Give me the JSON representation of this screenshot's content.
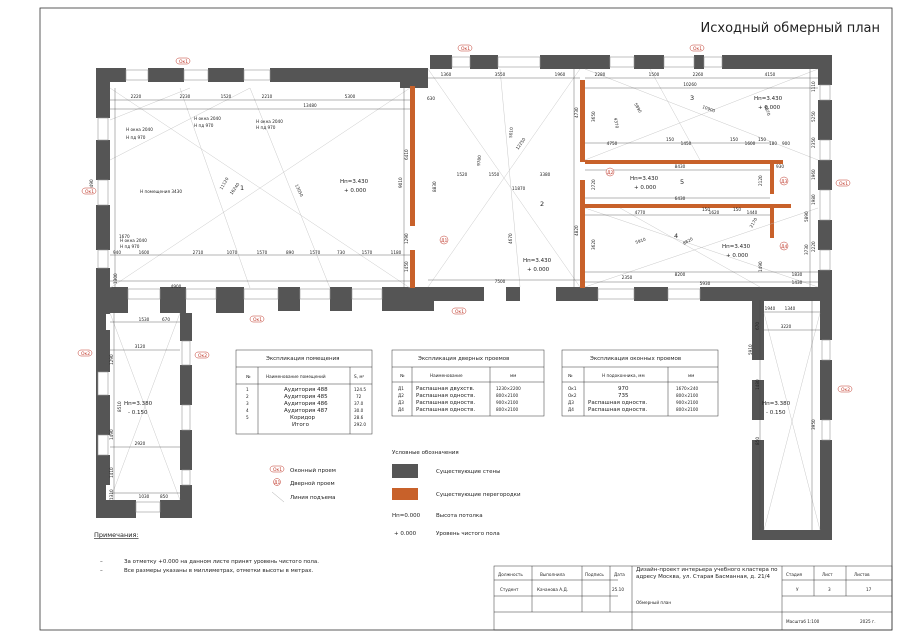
{
  "title": "Исходный обмерный план",
  "rooms": [
    {
      "num": "1",
      "level": "Нп=3.430",
      "floor": "+ 0.000"
    },
    {
      "num": "2",
      "level": "Нп=3.430",
      "floor": "+ 0.000"
    },
    {
      "num": "3",
      "level": "Нп=3.430",
      "floor": "+ 0.000"
    },
    {
      "num": "4",
      "level": "Нп=3.430",
      "floor": "+ 0.000"
    },
    {
      "num": "5",
      "level": "Нп=3.430",
      "floor": "+ 0.000"
    },
    {
      "num": "",
      "level": "Нп=3.380",
      "floor": "- 0.150"
    },
    {
      "num": "",
      "level": "Нп=3.380",
      "floor": "- 0.150"
    }
  ],
  "dims": {
    "top1": [
      "2220",
      "2230",
      "1520",
      "2210",
      "5300"
    ],
    "top1_total": "13480",
    "top2": [
      "1360",
      "3550",
      "1960"
    ],
    "top3": [
      "2280",
      "1500",
      "2260",
      "4150"
    ],
    "top3_total": "10260",
    "bottom1": [
      "1600",
      "2710",
      "1070",
      "1570",
      "890",
      "1570",
      "730",
      "1570",
      "1180"
    ],
    "bottom_left": "4900",
    "bottom_mid": "7500",
    "bottom_right": [
      "2350",
      "8200",
      "5930"
    ],
    "lower_left": [
      "1530",
      "670",
      "3120",
      "2920",
      "1030",
      "850"
    ],
    "lower_right": [
      "1940",
      "1340",
      "3220"
    ],
    "corridor": [
      "4750",
      "150",
      "1450",
      "150",
      "1600",
      "150",
      "180",
      "900",
      "8430",
      "930",
      "6430",
      "4770",
      "150",
      "1620",
      "150",
      "1440"
    ],
    "diag": [
      "11120",
      "16240",
      "13050",
      "9780",
      "12250",
      "11870",
      "5010",
      "4370",
      "5890",
      "10900",
      "4970",
      "8820",
      "5910",
      "2170"
    ],
    "verticals": [
      "9490",
      "6410",
      "9010",
      "8830",
      "4670",
      "4820",
      "4730",
      "3650",
      "5250",
      "1290",
      "1450",
      "2720",
      "2120",
      "1960",
      "3620",
      "1490",
      "1830"
    ],
    "misc": [
      "630",
      "1520",
      "1550",
      "3380",
      "1670",
      "940",
      "1300",
      "1430",
      "1110",
      "2350",
      "1980",
      "5890",
      "2220",
      "3730",
      "1290",
      "1490",
      "1410",
      "1310",
      "670",
      "850",
      "1480",
      "8510",
      "3950",
      "5910"
    ]
  },
  "win_labels": [
    "Н окна 2040",
    "Н пд 970",
    "Н окна 2040",
    "Н пд 970",
    "Н окна 2040",
    "Н пд 970",
    "Н помещения 3430",
    "Н окна 2040",
    "Н пд 970"
  ],
  "door_tags": [
    "Д1",
    "Д2",
    "Д3",
    "Д4"
  ],
  "win_tags": [
    "Ок1",
    "Ок2"
  ],
  "tables": {
    "rooms": {
      "title": "Экспликация помещения",
      "headers": [
        "№",
        "Наименование помещений",
        "S, м²"
      ],
      "rows": [
        [
          "1",
          "Аудитория 488",
          "124.5"
        ],
        [
          "2",
          "Аудитория 485",
          "72"
        ],
        [
          "3",
          "Аудитория 486",
          "37.0"
        ],
        [
          "4",
          "Аудитория 487",
          "30.0"
        ],
        [
          "5",
          "Коридор",
          "28.6"
        ],
        [
          "",
          "Итого",
          "292.0"
        ]
      ]
    },
    "doors": {
      "title": "Экспликация дверных проемов",
      "headers": [
        "№",
        "Наименование",
        "мм"
      ],
      "rows": [
        [
          "Д1",
          "Распашная двухств.",
          "1230×2200"
        ],
        [
          "Д2",
          "Распашная одноств.",
          "800×2100"
        ],
        [
          "Д3",
          "Распашная одноств.",
          "900×2100"
        ],
        [
          "Д4",
          "Распашная одноств.",
          "800×2100"
        ]
      ]
    },
    "windows": {
      "title": "Экспликация оконных проемов",
      "headers": [
        "№",
        "Н подоконника, мм",
        "мм"
      ],
      "rows": [
        [
          "Ок1",
          "970",
          "1670×240"
        ],
        [
          "Ок2",
          "735",
          "800×2100"
        ],
        [
          "Д3",
          "Распашная одноств.",
          "900×2100"
        ],
        [
          "Д4",
          "Распашная одноств.",
          "800×2100"
        ]
      ]
    }
  },
  "legend_left": [
    {
      "tag": "Ок1",
      "label": "Оконный проем"
    },
    {
      "tag": "Д1",
      "label": "Дверной проем"
    },
    {
      "tag": "",
      "label": "Линия подъема"
    }
  ],
  "legend": {
    "title": "Условные обозначения",
    "walls": "Существующие стены",
    "partitions": "Существующие перегородки",
    "height_sym": "Нп=0.000",
    "height": "Высота потолка",
    "floor_sym": "+ 0.000",
    "floor": "Уровень чистого пола"
  },
  "notes": {
    "title": "Примечания:",
    "items": [
      "За отметку +0.000 на данном листе принят уровень чистого пола.",
      "Все размеры указаны в миллиметрах, отметки высоты в метрах."
    ]
  },
  "stamp": {
    "h_role": "Должность",
    "h_done": "Выполнила",
    "h_sign": "Подпись",
    "h_date": "Дата",
    "role": "Студент",
    "done": "Качанова А.Д.",
    "date": "25.10",
    "project": "Дизайн-проект интерьера учебного кластера по адресу Москва, ул. Старая Басманная, д. 21/4",
    "sheet_name": "Обмерный план",
    "h_stage": "Стадия",
    "h_sheet": "Лист",
    "h_sheets": "Листов",
    "stage": "У",
    "sheet": "3",
    "sheets": "17",
    "scale": "Масштаб 1:100",
    "year": "2025 г."
  },
  "colors": {
    "wall": "#555555",
    "partition": "#c8612a",
    "tag": "#c0392b"
  }
}
